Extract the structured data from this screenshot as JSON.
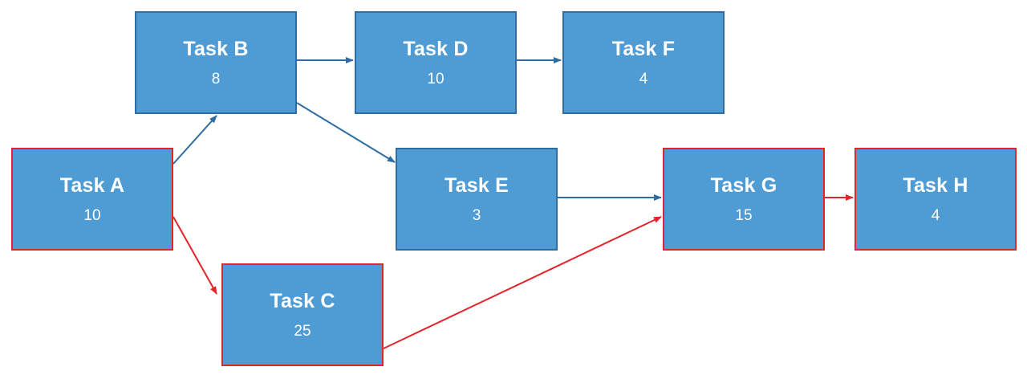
{
  "colors": {
    "box_fill": "#4f9cd4",
    "normal_border": "#2e6da4",
    "critical_border": "#e3242b",
    "normal_arrow": "#2e6da4",
    "critical_arrow": "#e3242b",
    "text": "#ffffff"
  },
  "tasks": {
    "a": {
      "name": "Task A",
      "duration": "10",
      "critical": true
    },
    "b": {
      "name": "Task B",
      "duration": "8",
      "critical": false
    },
    "c": {
      "name": "Task C",
      "duration": "25",
      "critical": true
    },
    "d": {
      "name": "Task D",
      "duration": "10",
      "critical": false
    },
    "e": {
      "name": "Task E",
      "duration": "3",
      "critical": false
    },
    "f": {
      "name": "Task F",
      "duration": "4",
      "critical": false
    },
    "g": {
      "name": "Task G",
      "duration": "15",
      "critical": true
    },
    "h": {
      "name": "Task H",
      "duration": "4",
      "critical": true
    }
  },
  "dependencies": [
    {
      "from": "a",
      "to": "b",
      "critical": false
    },
    {
      "from": "a",
      "to": "c",
      "critical": true
    },
    {
      "from": "b",
      "to": "d",
      "critical": false
    },
    {
      "from": "b",
      "to": "e",
      "critical": false
    },
    {
      "from": "d",
      "to": "f",
      "critical": false
    },
    {
      "from": "e",
      "to": "g",
      "critical": false
    },
    {
      "from": "c",
      "to": "g",
      "critical": true
    },
    {
      "from": "g",
      "to": "h",
      "critical": true
    }
  ]
}
